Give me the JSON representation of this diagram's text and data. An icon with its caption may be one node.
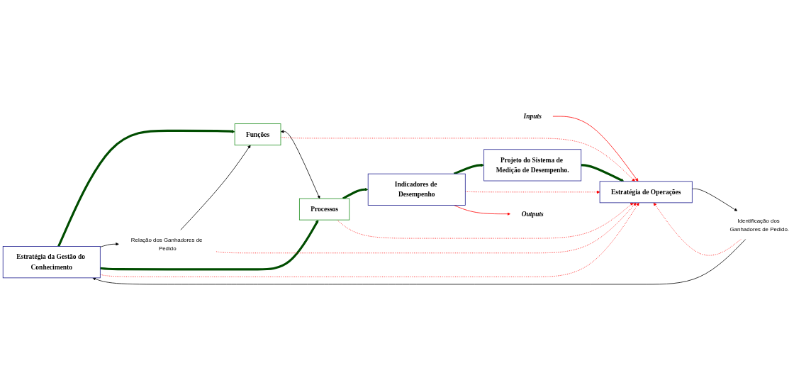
{
  "diagram": {
    "nodes": [
      {
        "text": [
          "Estratégia da Gestão do Conhecimento"
        ]
      },
      {
        "text": [
          "Relação dos Ganhadores de Pedido"
        ]
      },
      {
        "text": [
          "Funções"
        ]
      },
      {
        "text": [
          "Processos"
        ]
      },
      {
        "text": [
          "Identificação dos Ganhadores de Pedido."
        ]
      },
      {
        "text": [
          "Inputs"
        ]
      },
      {
        "text": [
          "Estratégia de Operações"
        ]
      },
      {
        "text": [
          "Indicadores de Desempenho"
        ]
      },
      {
        "text": [
          "Outputs"
        ]
      },
      {
        "text": [
          "Projeto do Sistema de Medição de Desempenho."
        ]
      }
    ],
    "edges": [
      {
        "from": 0,
        "to": 2,
        "arrow": "to",
        "style": "thick",
        "color": "#004d00"
      },
      {
        "from": 0,
        "to": 1,
        "arrow": "to",
        "color": "#000000"
      },
      {
        "from": 1,
        "to": 2,
        "arrow": "to",
        "color": "#000000"
      },
      {
        "from": 2,
        "to": 3,
        "arrow": "both",
        "color": "#000000"
      },
      {
        "from": 0,
        "to": 3,
        "arrow": "to",
        "style": "thick",
        "color": "#004d00"
      },
      {
        "from": 3,
        "to": 7,
        "arrow": "to",
        "style": "thick",
        "color": "#004d00"
      },
      {
        "from": 7,
        "to": 9,
        "arrow": "to",
        "style": "thick",
        "color": "#004d00"
      },
      {
        "from": 9,
        "to": 6,
        "arrow": "to",
        "style": "thick",
        "color": "#004d00"
      },
      {
        "from": 6,
        "to": 4,
        "arrow": "to",
        "color": "#000000"
      },
      {
        "from": 4,
        "to": 0,
        "arrow": "to",
        "color": "#000000"
      },
      {
        "from": 0,
        "to": 6,
        "arrow": "to",
        "style": "dashed",
        "color": "#ff0000"
      },
      {
        "from": 4,
        "to": 6,
        "arrow": "to",
        "style": "dashed",
        "color": "#ff0000"
      },
      {
        "from": 1,
        "to": 6,
        "arrow": "to",
        "style": "dashed",
        "color": "#ff0000"
      },
      {
        "from": 2,
        "to": 6,
        "arrow": "to",
        "style": "dashed",
        "color": "#ff0000"
      },
      {
        "from": 3,
        "to": 6,
        "arrow": "to",
        "style": "dashed",
        "color": "#ff0000"
      },
      {
        "from": 7,
        "to": 6,
        "arrow": "to",
        "style": "dashed",
        "color": "#ff0000"
      },
      {
        "from": 5,
        "to": 6,
        "arrow": "to",
        "color": "#ff0000"
      },
      {
        "from": 7,
        "to": 8,
        "arrow": "to",
        "color": "#ff0000"
      }
    ]
  }
}
